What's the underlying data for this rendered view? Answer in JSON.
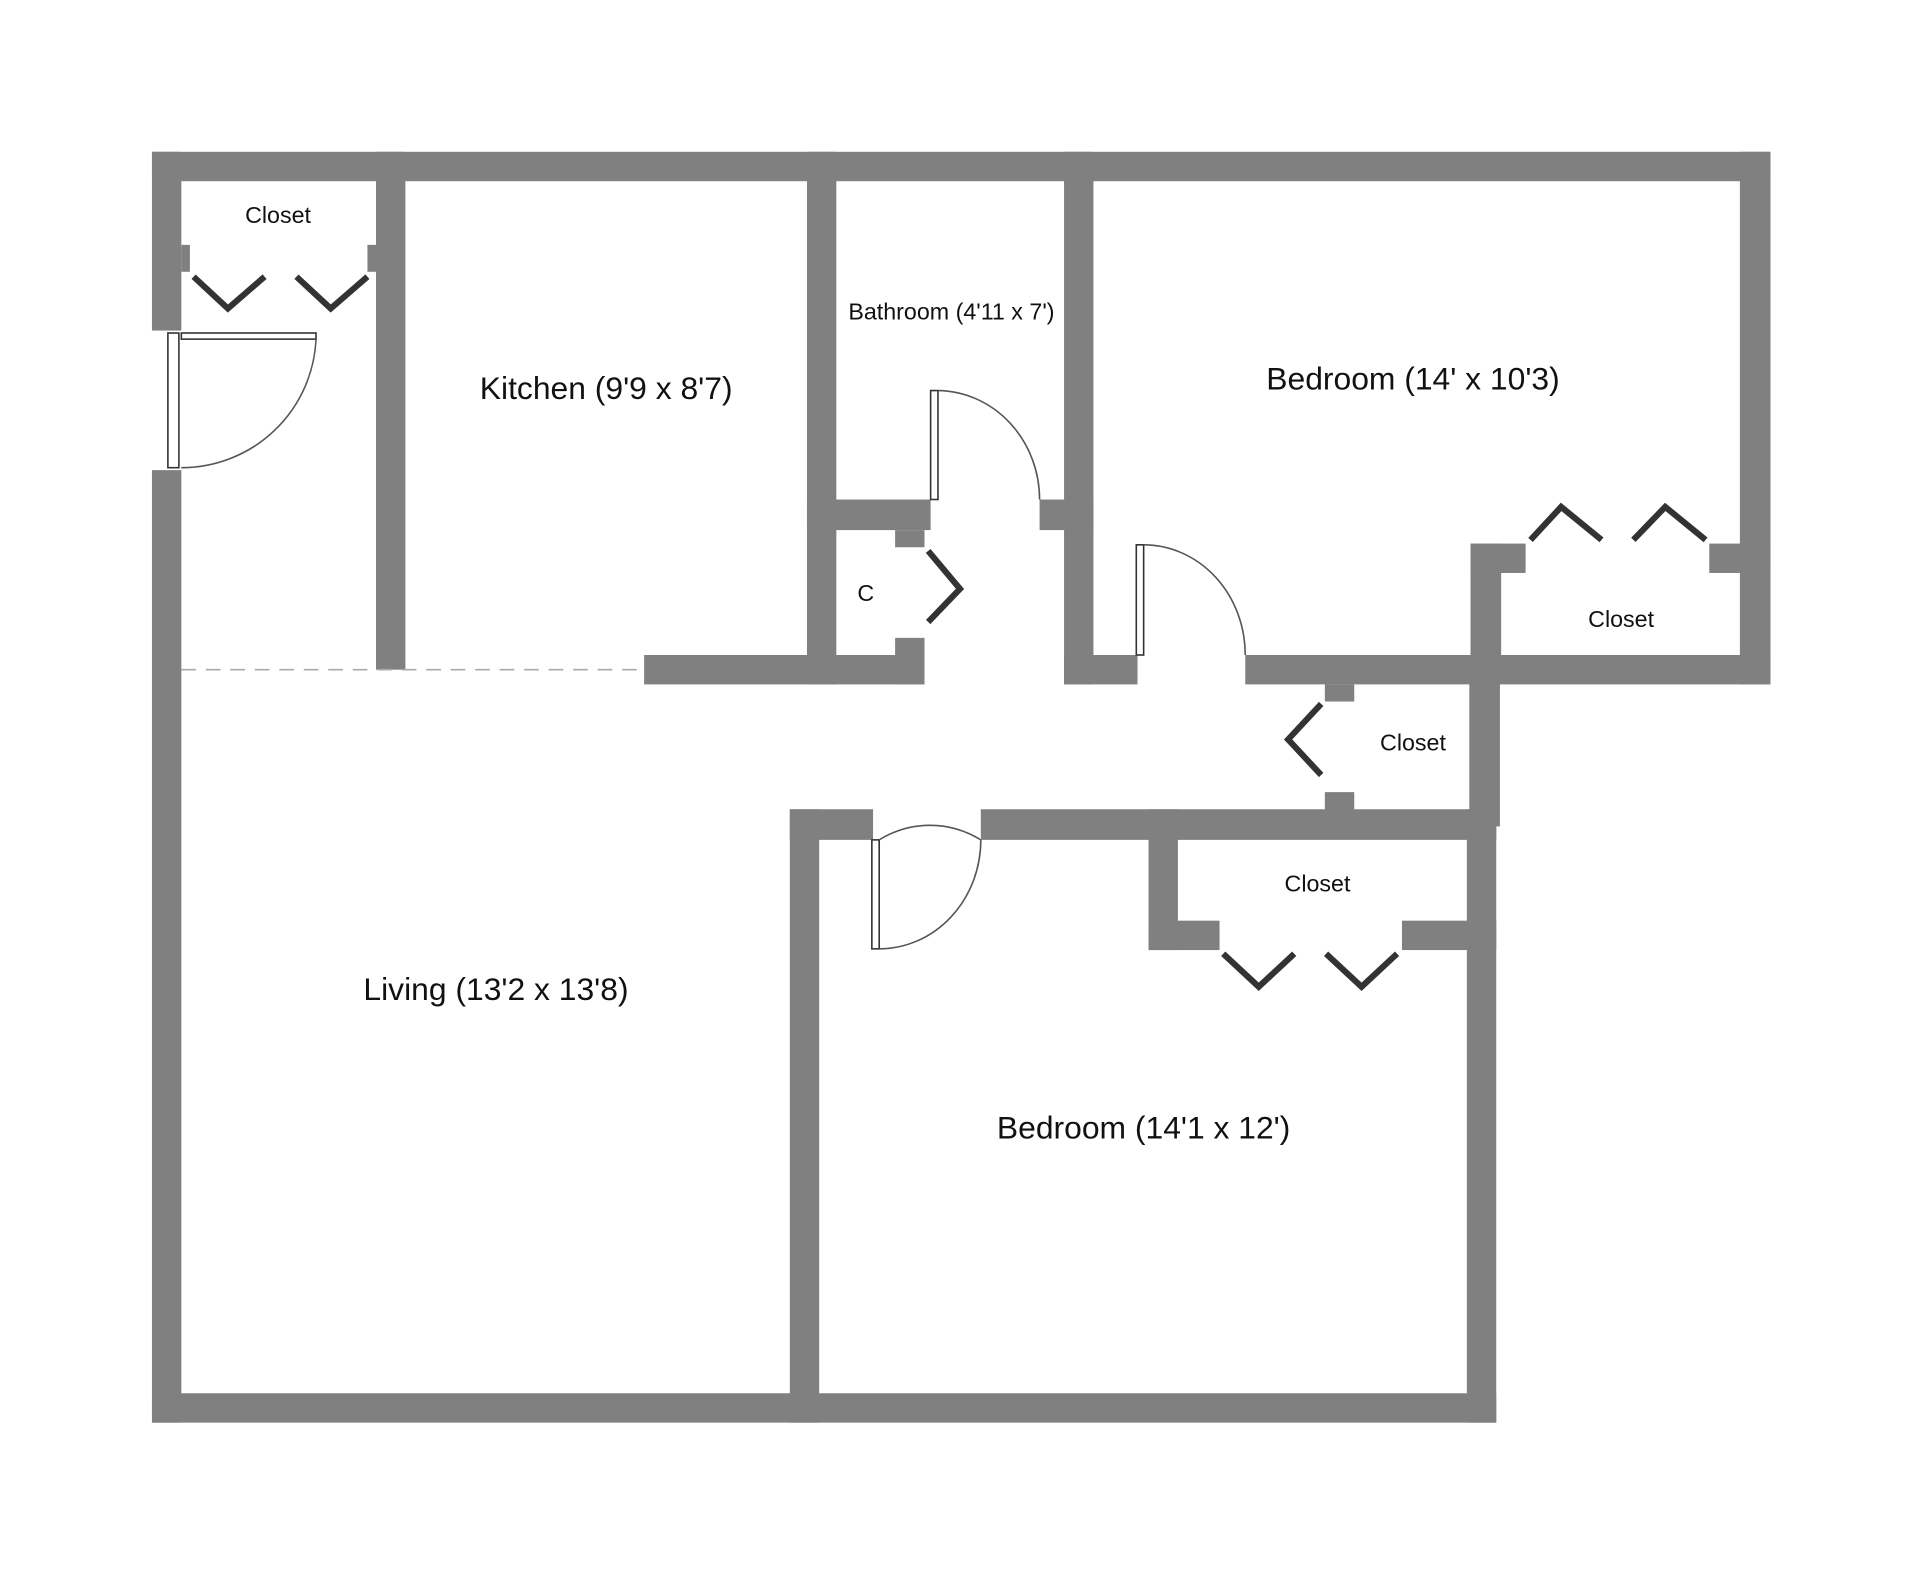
{
  "plan": {
    "wall_color": "#808080",
    "rooms": {
      "closet_entry": "Closet",
      "kitchen": "Kitchen (9'9 x 8'7)",
      "bathroom": "Bathroom (4'11 x 7')",
      "linen_closet": "C",
      "bedroom1": "Bedroom (14' x 10'3)",
      "bedroom1_closet": "Closet",
      "hall_closet": "Closet",
      "bedroom2_closet": "Closet",
      "living": "Living (13'2 x 13'8)",
      "bedroom2": "Bedroom (14'1 x 12')"
    }
  }
}
